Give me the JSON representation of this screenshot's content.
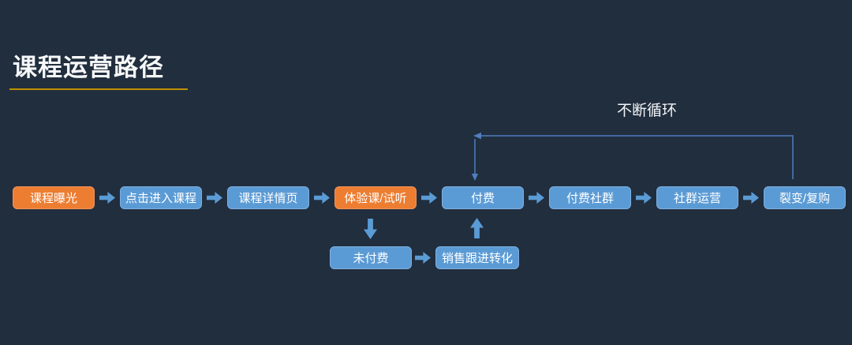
{
  "title": {
    "text": "课程运营路径"
  },
  "labels": {
    "loop": "不断循环"
  },
  "colors": {
    "background": "#212e3e",
    "node_blue": "#5b9bd5",
    "node_orange": "#ed7d31",
    "title_underline": "#bf9000",
    "connector": "#4d7ebf",
    "text": "#ffffff"
  },
  "flow": {
    "main_path": [
      {
        "label": "课程曝光",
        "style": "orange"
      },
      {
        "label": "点击进入课程",
        "style": "blue"
      },
      {
        "label": "课程详情页",
        "style": "blue"
      },
      {
        "label": "体验课/试听",
        "style": "orange"
      },
      {
        "label": "付费",
        "style": "blue"
      },
      {
        "label": "付费社群",
        "style": "blue"
      },
      {
        "label": "社群运营",
        "style": "blue"
      },
      {
        "label": "裂变/复购",
        "style": "blue"
      }
    ],
    "branch": [
      {
        "label": "未付费",
        "style": "blue"
      },
      {
        "label": "销售跟进转化",
        "style": "blue"
      }
    ]
  }
}
